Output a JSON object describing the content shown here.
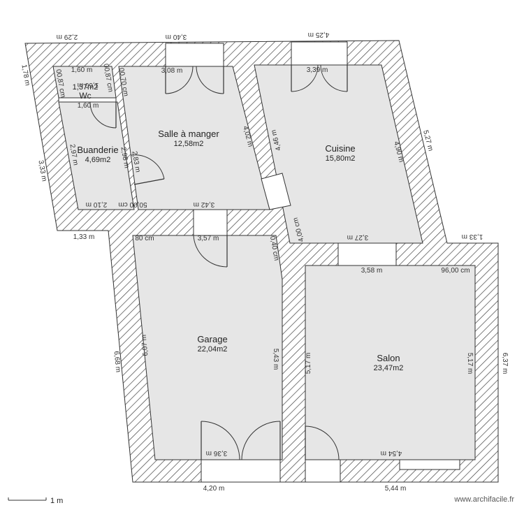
{
  "rooms": [
    {
      "id": "wc",
      "name": "Wc",
      "area": "1,37m2"
    },
    {
      "id": "buanderie",
      "name": "Buanderie",
      "area": "4,69m2"
    },
    {
      "id": "salle",
      "name": "Salle à manger",
      "area": "12,58m2"
    },
    {
      "id": "cuisine",
      "name": "Cuisine",
      "area": "15,80m2"
    },
    {
      "id": "garage",
      "name": "Garage",
      "area": "22,04m2"
    },
    {
      "id": "salon",
      "name": "Salon",
      "area": "23,47m2"
    }
  ],
  "dimensions": {
    "top_left": "2,29 m",
    "top_mid": "3,40 m",
    "top_right": "4,25 m",
    "left_top": "1,78 m",
    "left_mid": "3,33 m",
    "wc_top": "1,60 m",
    "wc_bottom": "1,60 m",
    "wc_mid": "1,60 m",
    "wc_side_a": "00,87 cm",
    "wc_side_b": "00,87 cm",
    "wc_side_c": "00,70 cm",
    "salle_top": "3,08 m",
    "salle_right": "4,02 m",
    "salle_bottom": "3,42 m",
    "salle_left": "2,83 m",
    "buanderie_left": "2,97 m",
    "buanderie_right": "2,98 m",
    "buanderie_bottom": "2,10 m",
    "buanderie_bottom_b": "50,00 cm",
    "cuisine_top": "3,39 m",
    "cuisine_left": "4,46 m",
    "cuisine_right": "4,90 m",
    "cuisine_bottom": "3,27 m",
    "right_upper": "5,27 m",
    "right_step": "1,33 m",
    "left_step": "1,33 m",
    "garage_top_left": "80 cm",
    "garage_top": "3,57 m",
    "garage_corner": "0,40 cm",
    "garage_left": "6,07 m",
    "garage_right": "5,43 m",
    "garage_bottom": "3,36 m",
    "outer_left_low": "6,68 m",
    "cuisine_diag": "4,00 cm",
    "salon_top": "3,58 m",
    "salon_corner": "96,00 cm",
    "salon_left": "5,17 m",
    "salon_right": "5,17 m",
    "salon_bottom": "4,54 m",
    "outer_right": "6,37 m",
    "bottom_left": "4,20 m",
    "bottom_right": "5,44 m"
  },
  "scale": {
    "label": "1 m"
  },
  "watermark": "www.archifacile.fr"
}
